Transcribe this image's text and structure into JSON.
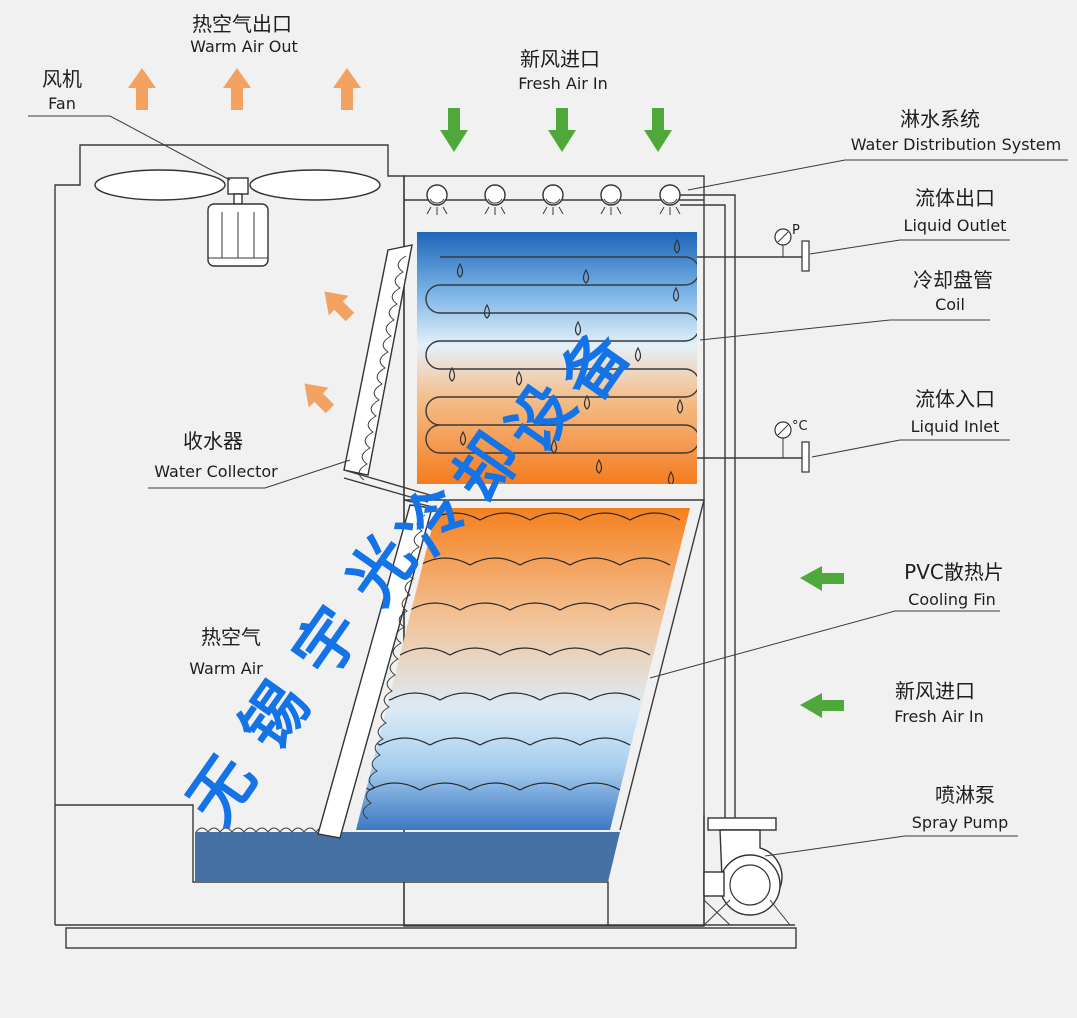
{
  "labels": {
    "warm_air_out_zh": "热空气出口",
    "warm_air_out_en": "Warm Air Out",
    "fan_zh": "风机",
    "fan_en": "Fan",
    "fresh_air_top_zh": "新风进口",
    "fresh_air_top_en": "Fresh Air In",
    "water_dist_zh": "淋水系统",
    "water_dist_en": "Water Distribution System",
    "liquid_outlet_zh": "流体出口",
    "liquid_outlet_en": "Liquid Outlet",
    "coil_zh": "冷却盘管",
    "coil_en": "Coil",
    "liquid_inlet_zh": "流体入口",
    "liquid_inlet_en": "Liquid Inlet",
    "water_collector_zh": "收水器",
    "water_collector_en": "Water Collector",
    "cooling_fin_zh": "PVC散热片",
    "cooling_fin_en": "Cooling Fin",
    "warm_air_zh": "热空气",
    "warm_air_en": "Warm Air",
    "fresh_air_side_zh": "新风进口",
    "fresh_air_side_en": "Fresh Air In",
    "spray_pump_zh": "喷淋泵",
    "spray_pump_en": "Spray Pump",
    "pressure_gauge": "P",
    "temp_gauge": "°C"
  },
  "watermark": [
    "无",
    "锡",
    "宇",
    "光",
    "冷",
    "却",
    "设",
    "备"
  ],
  "colors": {
    "arrow_warm": "#f4a262",
    "arrow_fresh": "#4ea83a",
    "water": "#4671a5",
    "watermark": "#1473e6"
  }
}
